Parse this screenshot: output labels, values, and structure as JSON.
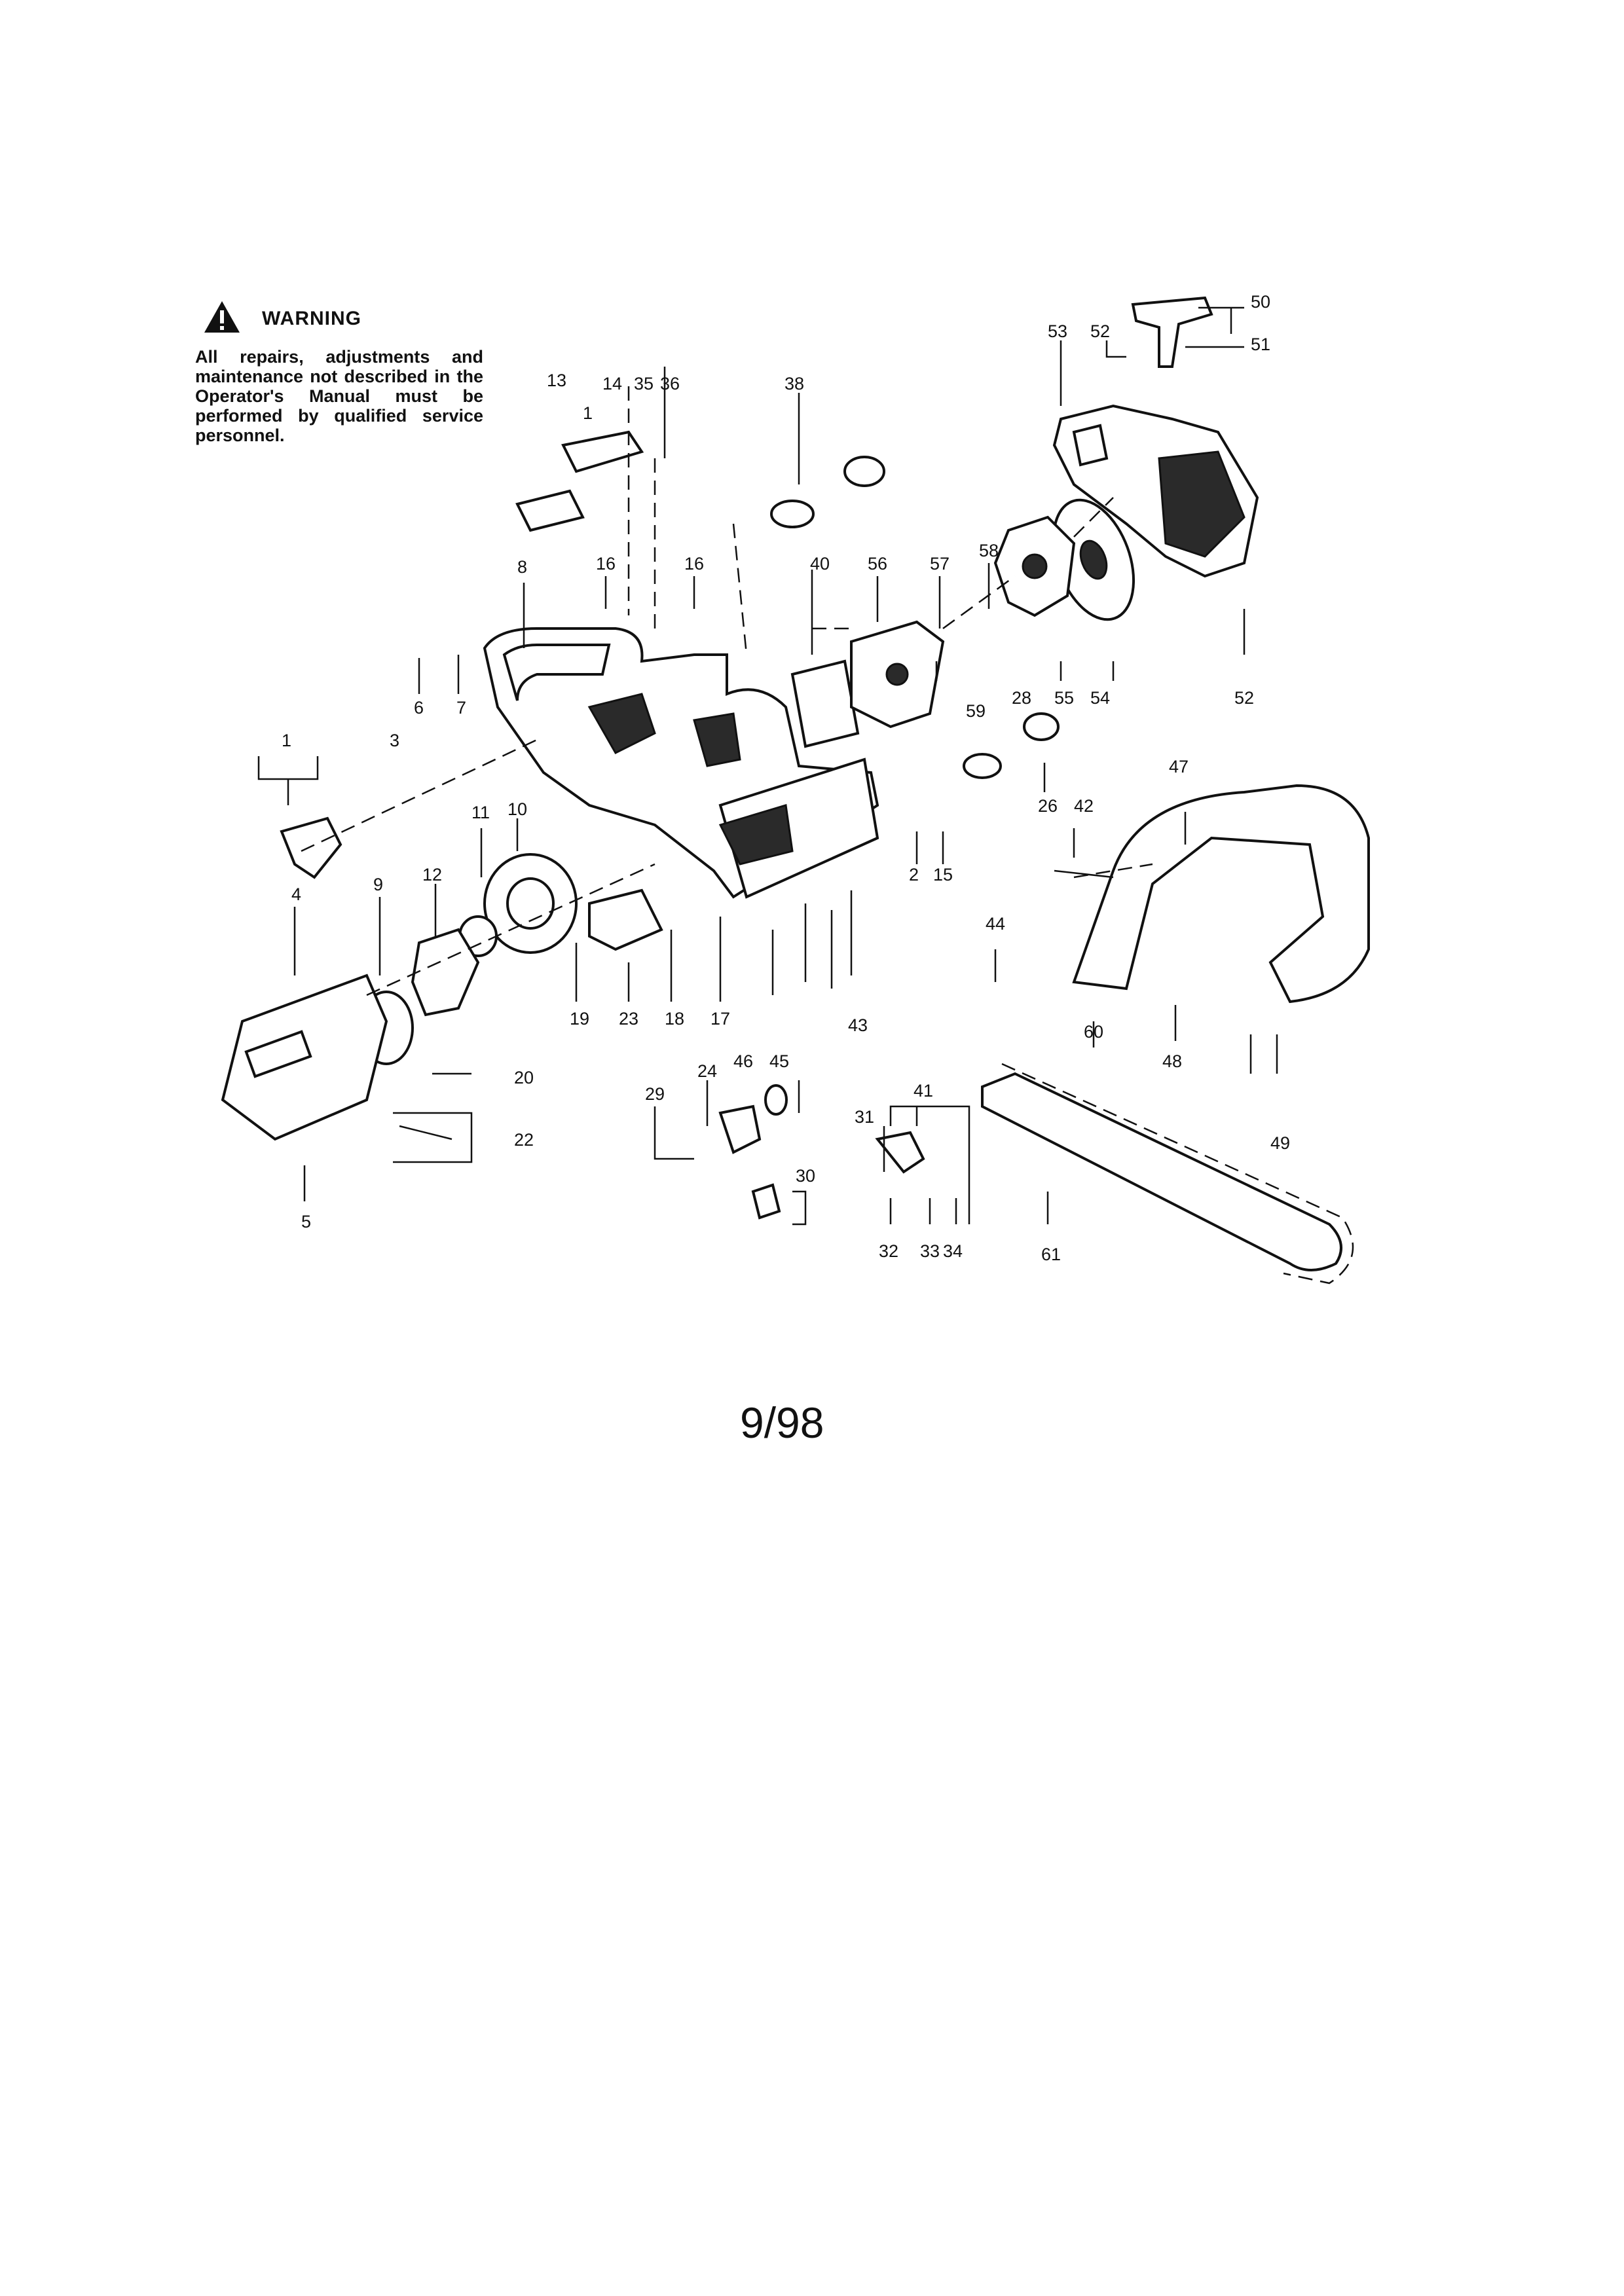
{
  "warning": {
    "icon": "warning-triangle-icon",
    "title": "WARNING",
    "text": "All repairs, adjustments and maintenance not described in the Operator's Manual must be performed by qualified service personnel."
  },
  "date": "9/98",
  "labels": [
    "1",
    "1",
    "2",
    "3",
    "4",
    "5",
    "6",
    "7",
    "8",
    "9",
    "10",
    "11",
    "12",
    "13",
    "14",
    "15",
    "16",
    "16",
    "17",
    "18",
    "19",
    "20",
    "22",
    "23",
    "24",
    "26",
    "28",
    "29",
    "30",
    "31",
    "32",
    "33",
    "34",
    "35",
    "36",
    "38",
    "40",
    "41",
    "42",
    "43",
    "44",
    "45",
    "46",
    "47",
    "48",
    "49",
    "50",
    "51",
    "52",
    "52",
    "53",
    "54",
    "55",
    "56",
    "57",
    "58",
    "59",
    "60",
    "61"
  ]
}
